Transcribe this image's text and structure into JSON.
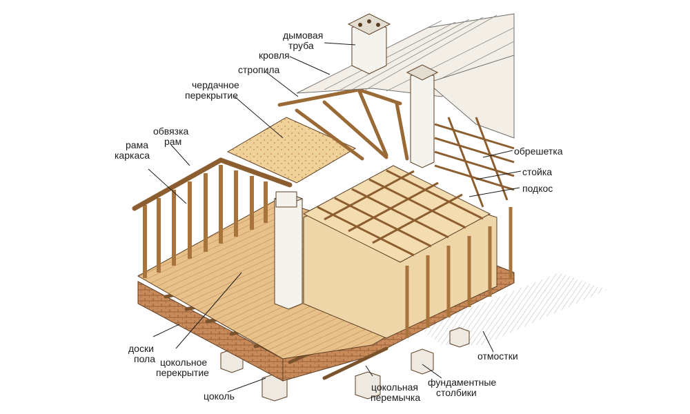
{
  "labels": {
    "chimney": [
      "дымовая",
      "труба"
    ],
    "roofing": "кровля",
    "rafters": "стропила",
    "attic_floor": [
      "чердачное",
      "перекрытие"
    ],
    "frame_binding": [
      "обвязка",
      "рам"
    ],
    "frame": [
      "рама",
      "каркаса"
    ],
    "lathing": "обрешетка",
    "post": "стойка",
    "brace": "подкос",
    "floor_boards": [
      "доски",
      "пола"
    ],
    "base_floor": [
      "цокольное",
      "перекрытие"
    ],
    "plinth": "цоколь",
    "plinth_lintel": [
      "цокольная",
      "перемычка"
    ],
    "foundation_posts": [
      "фундаментные",
      "столбики"
    ],
    "blind_area": "отмостки"
  },
  "colors": {
    "wood": "#e4b97e",
    "wood_dark": "#b98449",
    "wood_light": "#f1d5a6",
    "roof": "#f4efe6",
    "brick": "#c98a5a",
    "stone": "#eeeae2",
    "ink": "#5a3d22"
  }
}
